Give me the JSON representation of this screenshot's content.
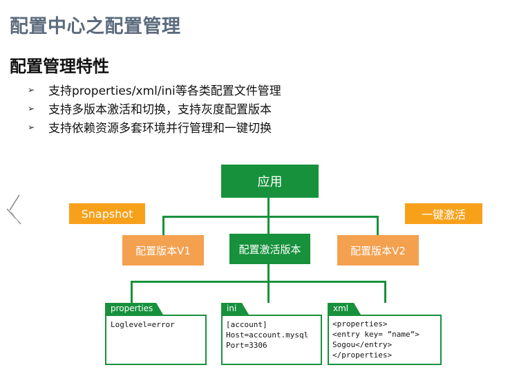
{
  "title": "配置中心之配置管理",
  "subtitle": "配置管理特性",
  "bullets": [
    "支持properties/xml/ini等各类配置文件管理",
    "支持多版本激活和切换，支持灰度配置版本",
    "支持依赖资源多套环境并行管理和一键切换"
  ],
  "diagram": {
    "app": "应用",
    "snapshot": "Snapshot",
    "one_click": "一键激活",
    "v1": "配置版本V1",
    "active": "配置激活版本",
    "v2": "配置版本V2",
    "cards": [
      {
        "tab": "properties",
        "lines": [
          "Loglevel=error"
        ]
      },
      {
        "tab": "ini",
        "lines": [
          "[account]",
          "Host=account.mysql",
          "Port=3306"
        ]
      },
      {
        "tab": "xml",
        "lines": [
          "<properties>",
          "<entry key= ”name”>",
          "Sogou</entry>",
          "</properties>"
        ]
      }
    ]
  },
  "colors": {
    "green": "#17913c",
    "orange": "#f3a04f",
    "orange_label": "#f7a11b",
    "title": "#5b6b7c"
  }
}
